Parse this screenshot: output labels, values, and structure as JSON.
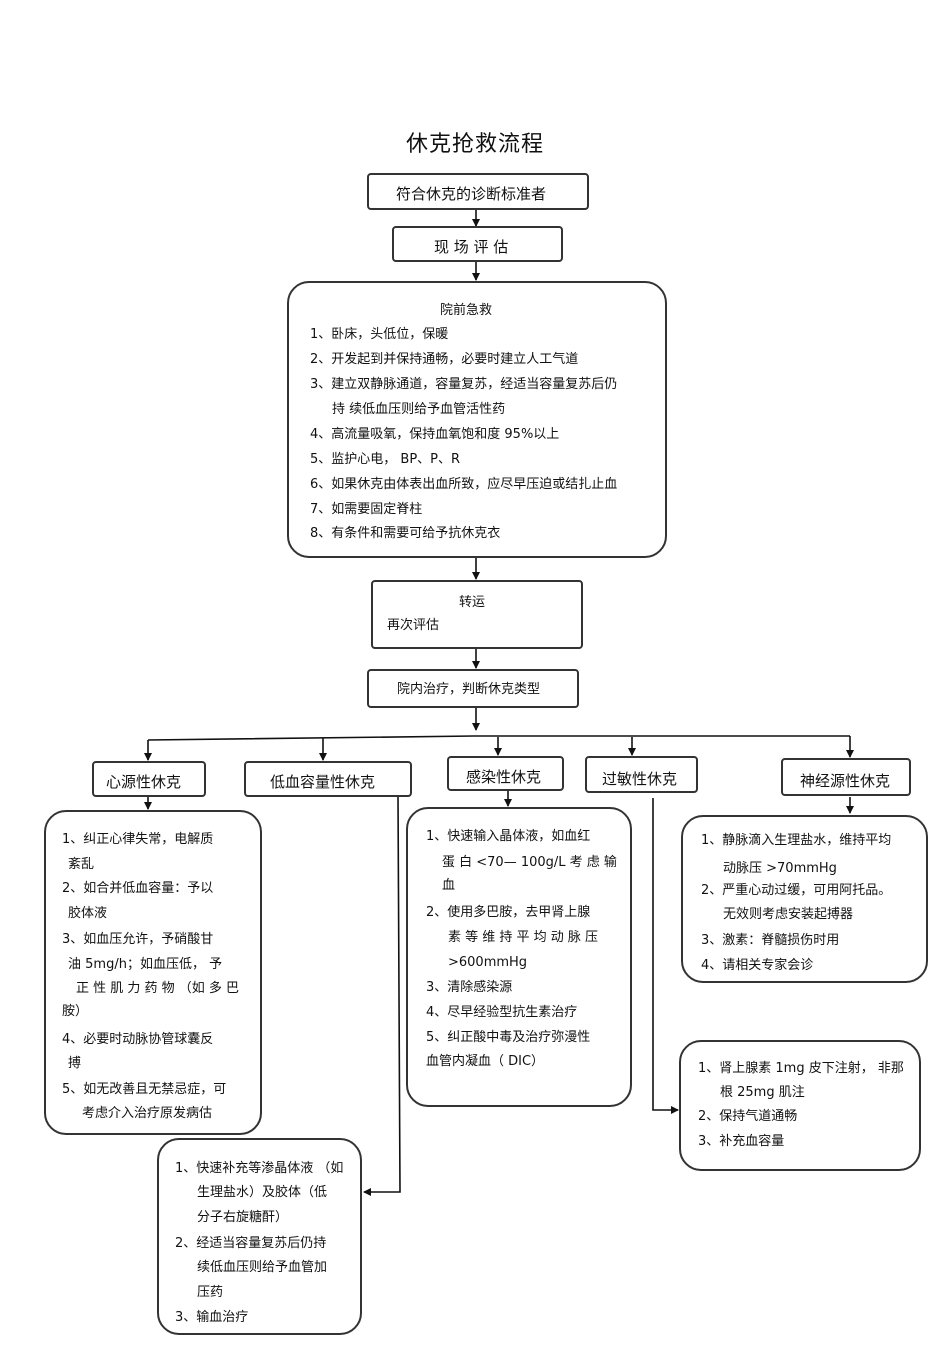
{
  "title": "休克抢救流程",
  "steps": {
    "diagnosis": "符合休克的诊断标准者",
    "assessment": "现 场 评 估",
    "prehospital": {
      "heading": "院前急救",
      "items": [
        "1、卧床，头低位，保暖",
        "2、开发起到并保持通畅，必要时建立人工气道",
        "3、建立双静脉通道，容量复苏，经适当容量复苏后仍",
        "持  续低血压则给予血管活性药",
        "4、高流量吸氧，保持血氧饱和度    95%以上",
        "5、监护心电，   BP、P、R",
        "6、如果休克由体表出血所致，应尽早压迫或结扎止血",
        "7、如需要固定脊柱",
        "8、有条件和需要可给予抗休克衣"
      ]
    },
    "transport": {
      "heading": "转运",
      "sub": "再次评估"
    },
    "inhospital": "院内治疗，判断休克类型"
  },
  "types": {
    "cardiogenic": {
      "label": "心源性休克",
      "items": [
        "1、纠正心律失常，电解质",
        "紊乱",
        "2、如合并低血容量：予以",
        "胶体液",
        "3、如血压允许，予硝酸甘",
        "油  5mg/h；如血压低，     予",
        "正 性 肌 力 药 物  （如 多 巴",
        "胺）",
        "4、必要时动脉协管球囊反",
        "搏",
        "5、如无改善且无禁忌症，可",
        "考虑介入治疗原发病估"
      ]
    },
    "hypovolemic": {
      "label": "低血容量性休克",
      "items": [
        "1、快速补充等渗晶体液  （如",
        "生理盐水）及胶体（低",
        "分子右旋糖酐）",
        "2、经适当容量复苏后仍持",
        "续低血压则给予血管加",
        "压药",
        "3、输血治疗"
      ]
    },
    "septic": {
      "label": "感染性休克",
      "items": [
        "1、快速输入晶体液，如血红",
        "蛋 白 <70— 100g/L   考 虑 输",
        "血",
        "2、使用多巴胺，去甲肾上腺",
        "素 等 维 持 平 均 动 脉 压",
        ">600mmHg",
        "3、清除感染源",
        "4、尽早经验型抗生素治疗",
        "5、纠正酸中毒及治疗弥漫性",
        "血管内凝血（   DIC）"
      ]
    },
    "anaphylactic": {
      "label": "过敏性休克",
      "items": [
        "1、肾上腺素   1mg 皮下注射，  非那",
        "根 25mg 肌注",
        "2、保持气道通畅",
        "3、补充血容量"
      ]
    },
    "neurogenic": {
      "label": "神经源性休克",
      "items": [
        "1、静脉滴入生理盐水，维持平均",
        "动脉压 >70mmHg",
        "2、严重心动过缓，可用阿托品。",
        "无效则考虑安装起搏器",
        "3、激素：脊髓损伤时用",
        "4、请相关专家会诊"
      ]
    }
  }
}
